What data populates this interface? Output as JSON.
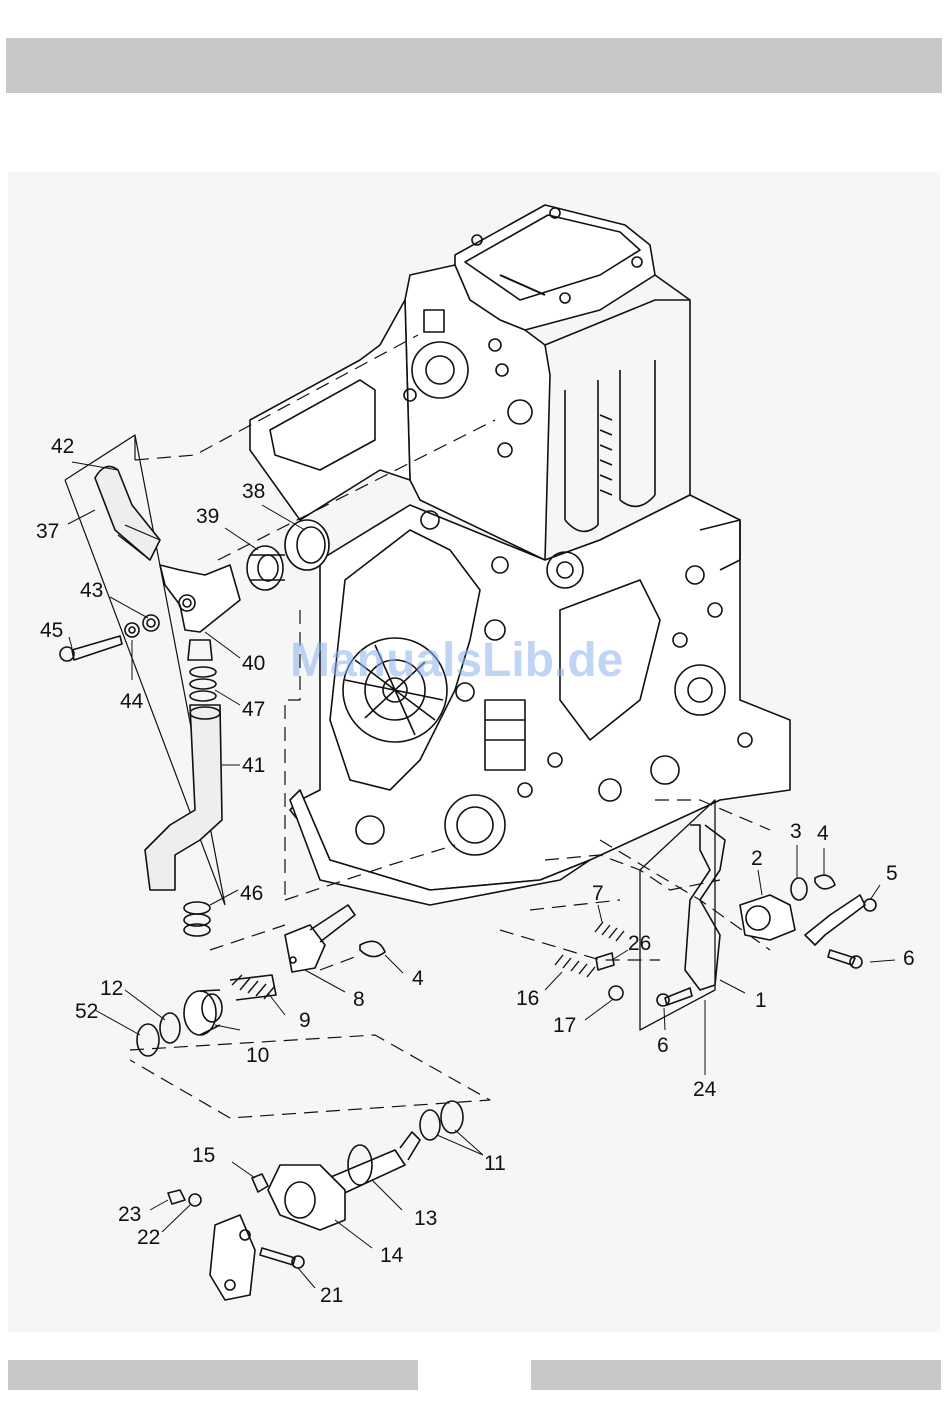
{
  "watermark": "ManualsLib.de",
  "callouts": {
    "c1": "1",
    "c2": "2",
    "c3": "3",
    "c4a": "4",
    "c4b": "4",
    "c5": "5",
    "c6a": "6",
    "c6b": "6",
    "c7": "7",
    "c8": "8",
    "c9": "9",
    "c10": "10",
    "c11": "11",
    "c12": "12",
    "c13": "13",
    "c14": "14",
    "c15": "15",
    "c16": "16",
    "c17": "17",
    "c21": "21",
    "c22": "22",
    "c23": "23",
    "c24": "24",
    "c26": "26",
    "c37": "37",
    "c38": "38",
    "c39": "39",
    "c40": "40",
    "c41": "41",
    "c42": "42",
    "c43": "43",
    "c44": "44",
    "c45": "45",
    "c46": "46",
    "c47": "47",
    "c52": "52"
  },
  "colors": {
    "header": "#c8c8c8",
    "panel": "#f6f6f6",
    "line": "#111111",
    "watermark": "#8db2ef"
  }
}
